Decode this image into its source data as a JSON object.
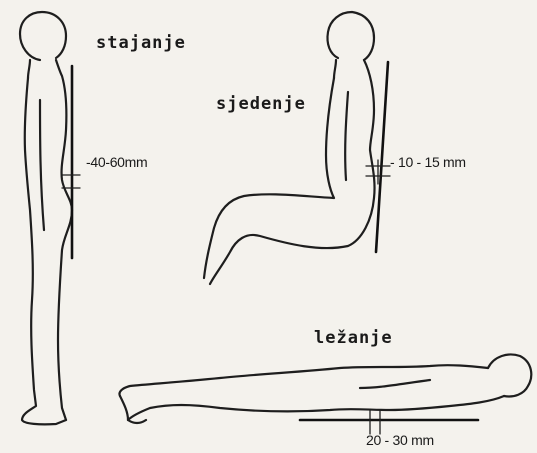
{
  "labels": {
    "standing": "stajanje",
    "sitting": "sjedenje",
    "lying": "ležanje"
  },
  "measurements": {
    "standing": "-40-60mm",
    "sitting": "- 10 - 15 mm",
    "lying": "20 - 30 mm"
  },
  "colors": {
    "background": "#f4f2ed",
    "ink": "#1e1e1e"
  }
}
